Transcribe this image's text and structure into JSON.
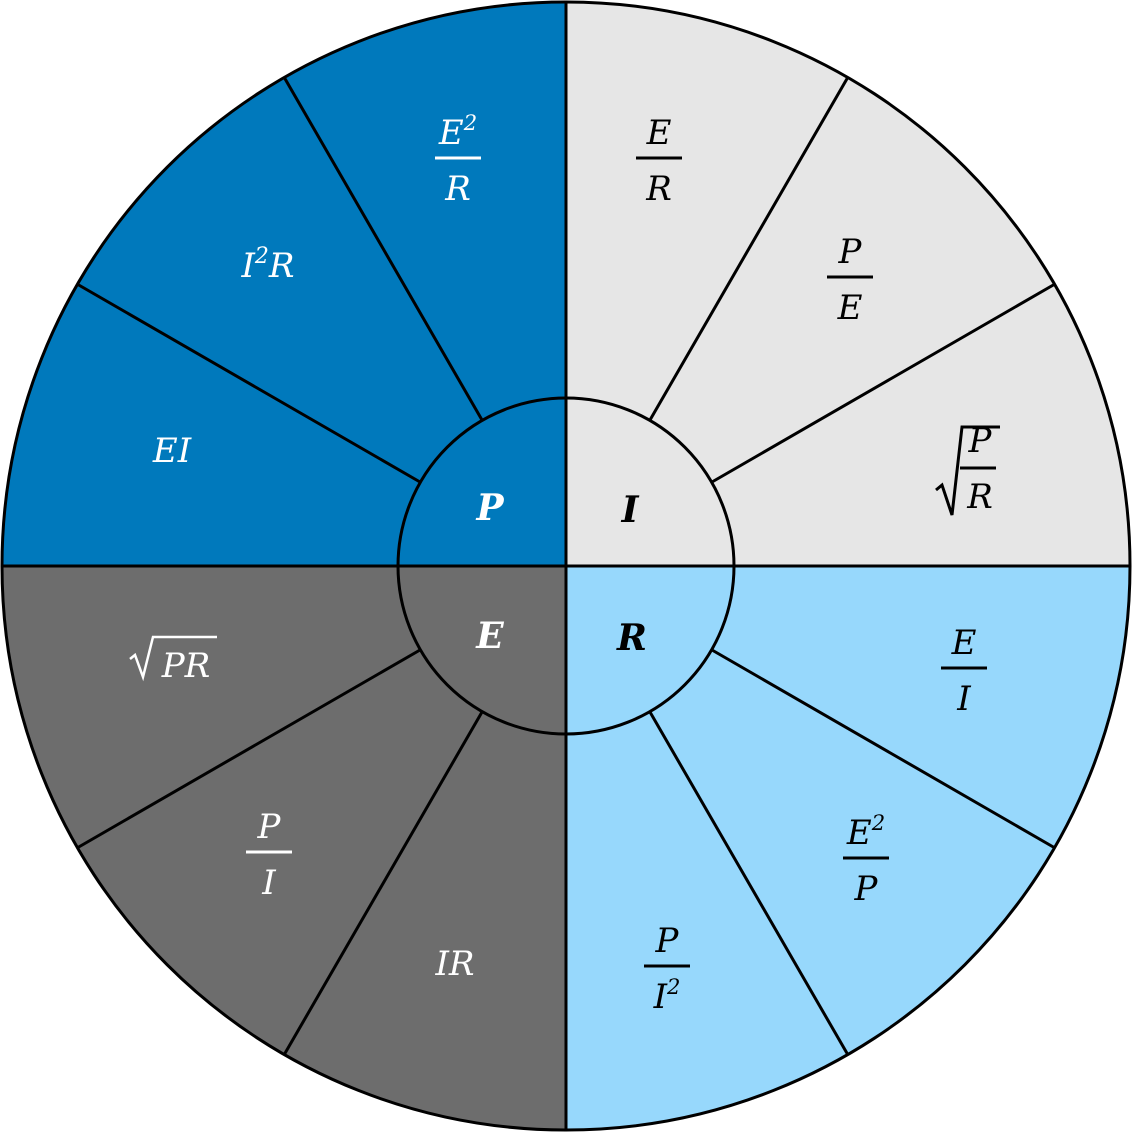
{
  "quadrants": [
    {
      "key": "P",
      "center_label": "P",
      "color": "#0079BC",
      "text_color": "#ffffff",
      "formulas": [
        {
          "type": "frac",
          "num": "E",
          "num_sup": "2",
          "den": "R"
        },
        {
          "type": "text",
          "text": "I",
          "sup": "2",
          "after": "R"
        },
        {
          "type": "text",
          "text": "EI"
        }
      ]
    },
    {
      "key": "I",
      "center_label": "I",
      "color": "#E6E6E6",
      "text_color": "#000000",
      "formulas": [
        {
          "type": "frac",
          "num": "E",
          "den": "R"
        },
        {
          "type": "frac",
          "num": "P",
          "den": "E"
        },
        {
          "type": "sqrtfrac",
          "num": "P",
          "den": "R"
        }
      ]
    },
    {
      "key": "R",
      "center_label": "R",
      "color": "#97D8FC",
      "text_color": "#000000",
      "formulas": [
        {
          "type": "frac",
          "num": "E",
          "den": "I"
        },
        {
          "type": "frac",
          "num": "E",
          "num_sup": "2",
          "den": "P"
        },
        {
          "type": "frac",
          "num": "P",
          "den": "I",
          "den_sup": "2"
        }
      ]
    },
    {
      "key": "E",
      "center_label": "E",
      "color": "#6D6D6D",
      "text_color": "#ffffff",
      "formulas": [
        {
          "type": "text",
          "text": "IR"
        },
        {
          "type": "frac",
          "num": "P",
          "den": "I"
        },
        {
          "type": "sqrt",
          "text": "PR"
        }
      ]
    }
  ]
}
